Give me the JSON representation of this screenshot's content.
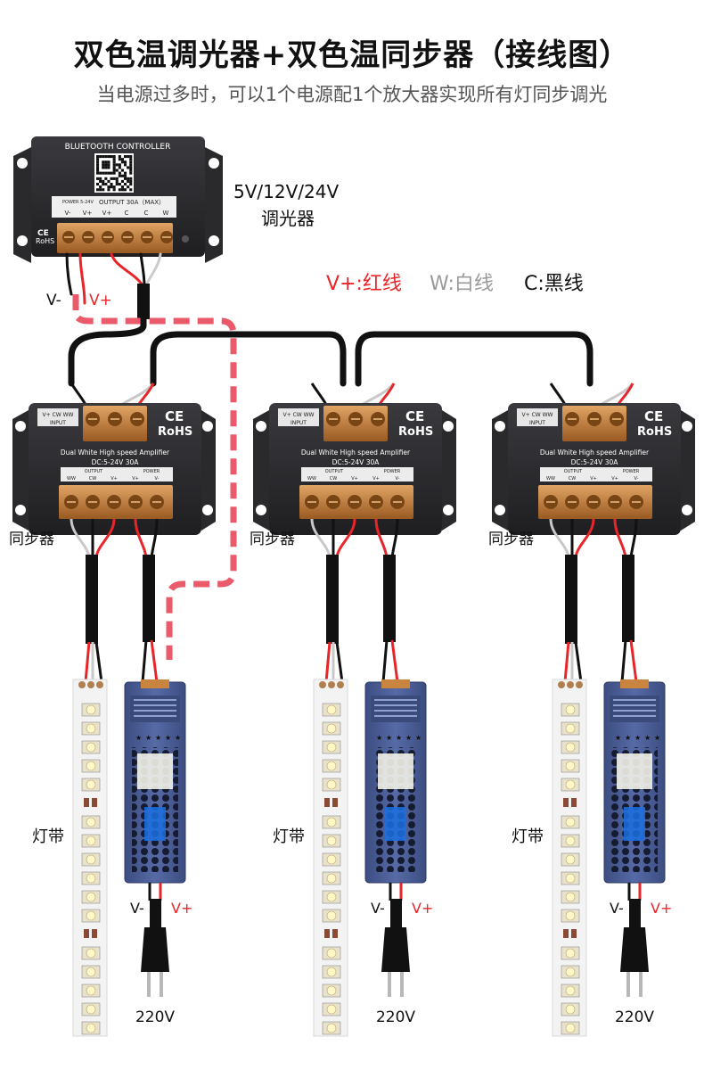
{
  "header": {
    "title": "双色温调光器+双色温同步器（接线图）",
    "subtitle": "当电源过多时，可以1个电源配1个放大器实现所有灯同步调光"
  },
  "controller": {
    "name": "BLUETOOTH CONTROLLER",
    "output": "OUTPUT 30A（MAX）",
    "power_label": "POWER 5-24V",
    "terminals": [
      "V-",
      "V+",
      "V+",
      "C",
      "C",
      "W"
    ],
    "ce": "CE",
    "rohs": "RoHS",
    "voltage_label": "5V/12V/24V",
    "voltage_label2": "调光器",
    "v_minus": "V-",
    "v_plus": "V+"
  },
  "legend": {
    "red": "V+:红线",
    "white": "W:白线",
    "black": "C:黑线"
  },
  "amplifier": {
    "input_tag": "INPUT",
    "input_terms": "V+ CW WW",
    "ce": "CE",
    "rohs": "RoHS",
    "name": "Dual White High speed Amplifier",
    "spec": "DC:5-24V 30A",
    "output_tag": "OUTPUT",
    "power_tag": "POWER",
    "out_terms": [
      "WW",
      "CW",
      "V+",
      "V+",
      "V-"
    ],
    "sync_label": "同步器"
  },
  "strip_label": "灯带",
  "psu": {
    "v_minus": "V-",
    "v_plus": "V+",
    "mains": "220V"
  },
  "colors": {
    "wire_red": "#e8262a",
    "wire_black": "#111111",
    "wire_white": "#c8c8c8",
    "dashed_path": "#ea5a6a",
    "device_body": "#2b2b2e",
    "psu_body": "#4a5d94",
    "terminal": "#c9853f"
  }
}
